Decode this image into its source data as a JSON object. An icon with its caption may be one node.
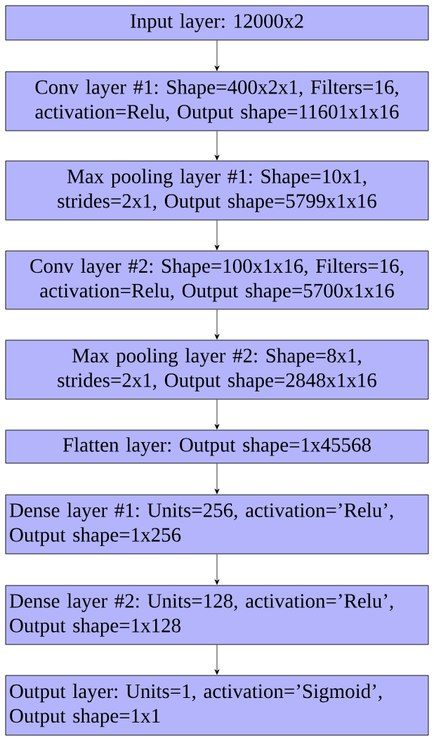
{
  "diagram": {
    "nodes": [
      {
        "text": [
          "Input layer: 12000x2"
        ]
      },
      {
        "text": [
          "Conv layer #1: Shape=400x2x1, Filters=16, activation=Relu, Output shape=11601x1x16"
        ]
      },
      {
        "text": [
          "Max pooling layer #1: Shape=10x1, strides=2x1, Output shape=5799x1x16"
        ]
      },
      {
        "text": [
          "Conv layer #2: Shape=100x1x16, Filters=16, activation=Relu, Output shape=5700x1x16"
        ]
      },
      {
        "text": [
          "Max pooling layer #2: Shape=8x1, strides=2x1, Output shape=2848x1x16"
        ]
      },
      {
        "text": [
          "Flatten layer: Output shape=1x45568"
        ]
      },
      {
        "text": [
          "Dense layer #1: Units=256, activation=’Relu’, Output shape=1x256"
        ]
      },
      {
        "text": [
          "Dense layer #2: Units=128, activation=’Relu’, Output shape=1x128"
        ]
      },
      {
        "text": [
          "Output layer: Units=1, activation=’Sigmoid’, Output shape=1x1"
        ]
      }
    ],
    "edges": [
      {
        "from": 0,
        "to": 1,
        "arrow": "to"
      },
      {
        "from": 1,
        "to": 2,
        "arrow": "to"
      },
      {
        "from": 2,
        "to": 3,
        "arrow": "to"
      },
      {
        "from": 3,
        "to": 4,
        "arrow": "to"
      },
      {
        "from": 4,
        "to": 5,
        "arrow": "to"
      },
      {
        "from": 5,
        "to": 6,
        "arrow": "to"
      },
      {
        "from": 6,
        "to": 7,
        "arrow": "to"
      },
      {
        "from": 7,
        "to": 8,
        "arrow": "to"
      }
    ]
  }
}
